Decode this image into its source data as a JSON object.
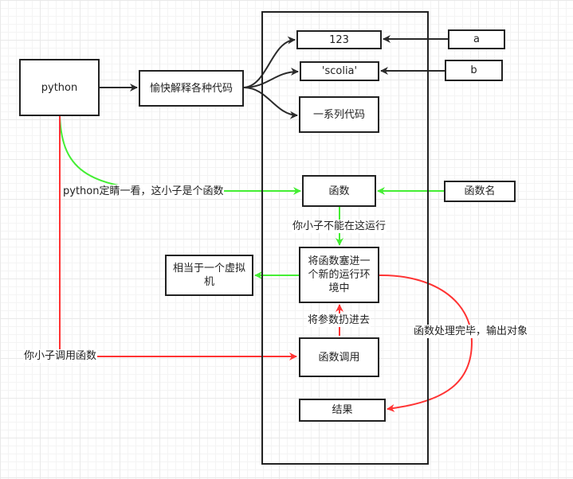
{
  "nodes": {
    "python": "python",
    "interpreter": "愉快解释各种代码",
    "val_123": "123",
    "val_scolia": "'scolia'",
    "code_series": "一系列代码",
    "var_a": "a",
    "var_b": "b",
    "func": "函数",
    "func_name": "函数名",
    "new_env": "将函数塞进一个新的运行环境中",
    "virtual_machine": "相当于一个虚拟机",
    "func_call": "函数调用",
    "result": "结果"
  },
  "edges": {
    "glance": "python定睛一看，这小子是个函数",
    "cannot_run": "你小子不能在这运行",
    "throw_args": "将参数扔进去",
    "call_func": "你小子调用函数",
    "output": "函数处理完毕，输出对象"
  },
  "colors": {
    "black": "#2b2b2b",
    "green": "#44ee33",
    "red": "#ff3333"
  }
}
